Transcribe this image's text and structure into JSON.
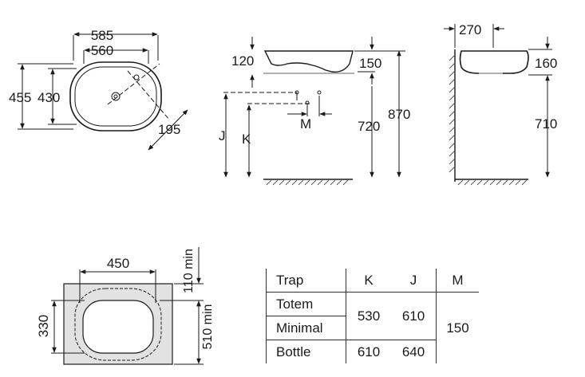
{
  "top_view": {
    "outer_width": "585",
    "inner_width": "560",
    "outer_depth": "455",
    "inner_depth": "430",
    "tap_offset": "195"
  },
  "front_section": {
    "rim_height": "120",
    "basin_depth": "150",
    "trap_j": "J",
    "trap_k": "K",
    "trap_m": "M",
    "rim_to_floor": "720",
    "total_height": "870"
  },
  "side_view": {
    "depth": "270",
    "bowl_height": "160",
    "rim_to_floor": "710"
  },
  "cutout": {
    "width": "450",
    "depth": "330",
    "front_min": "110 min",
    "back_min": "510 min"
  },
  "trap_table": {
    "headers": [
      "Trap",
      "K",
      "J",
      "M"
    ],
    "rows": [
      {
        "trap": "Totem",
        "k": "530",
        "j": "610"
      },
      {
        "trap": "Minimal"
      },
      {
        "trap": "Bottle",
        "k": "610",
        "j": "640"
      }
    ],
    "m_value": "150"
  },
  "colors": {
    "line": "#1a1a1a",
    "hatch": "#555555",
    "countertop": "#e2e2e2"
  }
}
